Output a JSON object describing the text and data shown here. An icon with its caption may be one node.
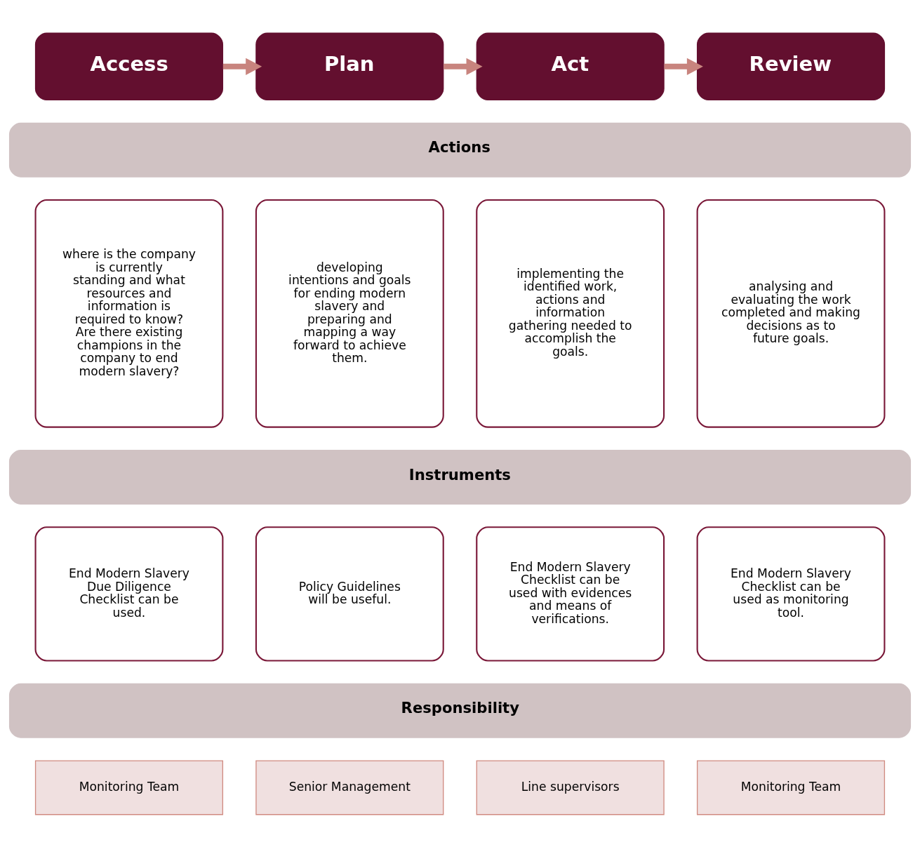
{
  "diagram": {
    "nodes": [
      {
        "text": [
          "Access"
        ]
      },
      {
        "text": [
          "Plan"
        ]
      },
      {
        "text": [
          "Act"
        ]
      },
      {
        "text": [
          "Review"
        ]
      },
      {
        "text": [
          "Actions"
        ]
      },
      {
        "text": [
          "where is the company is currently standing and what resources and information is required to know? Are there existing champions in the company to end modern slavery?"
        ]
      },
      {
        "text": [
          "developing intentions and goals for ending modern slavery and preparing and mapping a way forward to achieve them."
        ]
      },
      {
        "text": [
          "implementing the identified work, actions and information gathering needed to accomplish the goals."
        ]
      },
      {
        "text": [
          "analysing and evaluating the work completed and making decisions as to future goals."
        ]
      },
      {
        "text": [
          "Instruments"
        ]
      },
      {
        "text": [
          "End Modern Slavery Due Diligence Checklist can be used."
        ]
      },
      {
        "text": [
          "Policy Guidelines will be useful."
        ]
      },
      {
        "text": [
          "End Modern Slavery Checklist can be used with evidences and means of verifications."
        ]
      },
      {
        "text": [
          "End Modern Slavery Checklist can be used as monitoring tool."
        ]
      },
      {
        "text": [
          "Responsibility"
        ]
      },
      {
        "text": [
          "Monitoring Team"
        ]
      },
      {
        "text": [
          "Senior Management"
        ]
      },
      {
        "text": [
          "Line supervisors"
        ]
      },
      {
        "text": [
          "Monitoring Team"
        ]
      }
    ],
    "edges": [
      {
        "from": 0,
        "to": 1,
        "arrow": "to"
      },
      {
        "from": 1,
        "to": 2,
        "arrow": "to"
      },
      {
        "from": 2,
        "to": 3,
        "arrow": "to"
      }
    ]
  }
}
